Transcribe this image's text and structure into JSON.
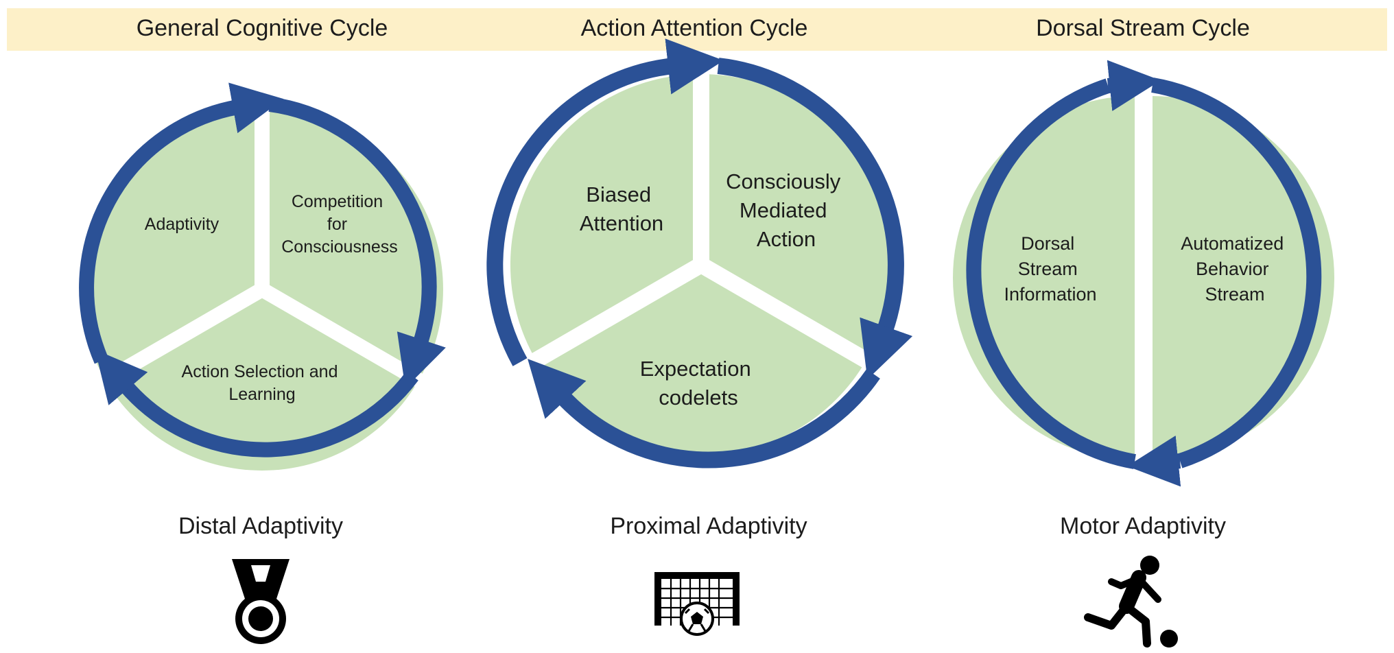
{
  "colors": {
    "header_band": "#fdf0c8",
    "segment_fill": "#c8e1b8",
    "arrow": "#2b5196",
    "text": "#1c1c1c",
    "icon": "#000000"
  },
  "cycles": [
    {
      "title": "General Cognitive Cycle",
      "segments": [
        {
          "lines": [
            "Adaptivity"
          ]
        },
        {
          "lines": [
            "Competition",
            "for",
            "Consciousness"
          ]
        },
        {
          "lines": [
            "Action Selection and",
            "Learning"
          ]
        }
      ],
      "adaptivity": "Distal Adaptivity",
      "icon": "medal-icon"
    },
    {
      "title": "Action Attention Cycle",
      "segments": [
        {
          "lines": [
            "Biased",
            "Attention"
          ]
        },
        {
          "lines": [
            "Consciously",
            "Mediated",
            "Action"
          ]
        },
        {
          "lines": [
            "Expectation",
            "codelets"
          ]
        }
      ],
      "adaptivity": "Proximal Adaptivity",
      "icon": "soccer-goal-icon"
    },
    {
      "title": "Dorsal Stream Cycle",
      "segments": [
        {
          "lines": [
            "Dorsal",
            "Stream",
            "Information"
          ]
        },
        {
          "lines": [
            "Automatized",
            "Behavior",
            "Stream"
          ]
        }
      ],
      "adaptivity": "Motor Adaptivity",
      "icon": "soccer-player-icon"
    }
  ]
}
